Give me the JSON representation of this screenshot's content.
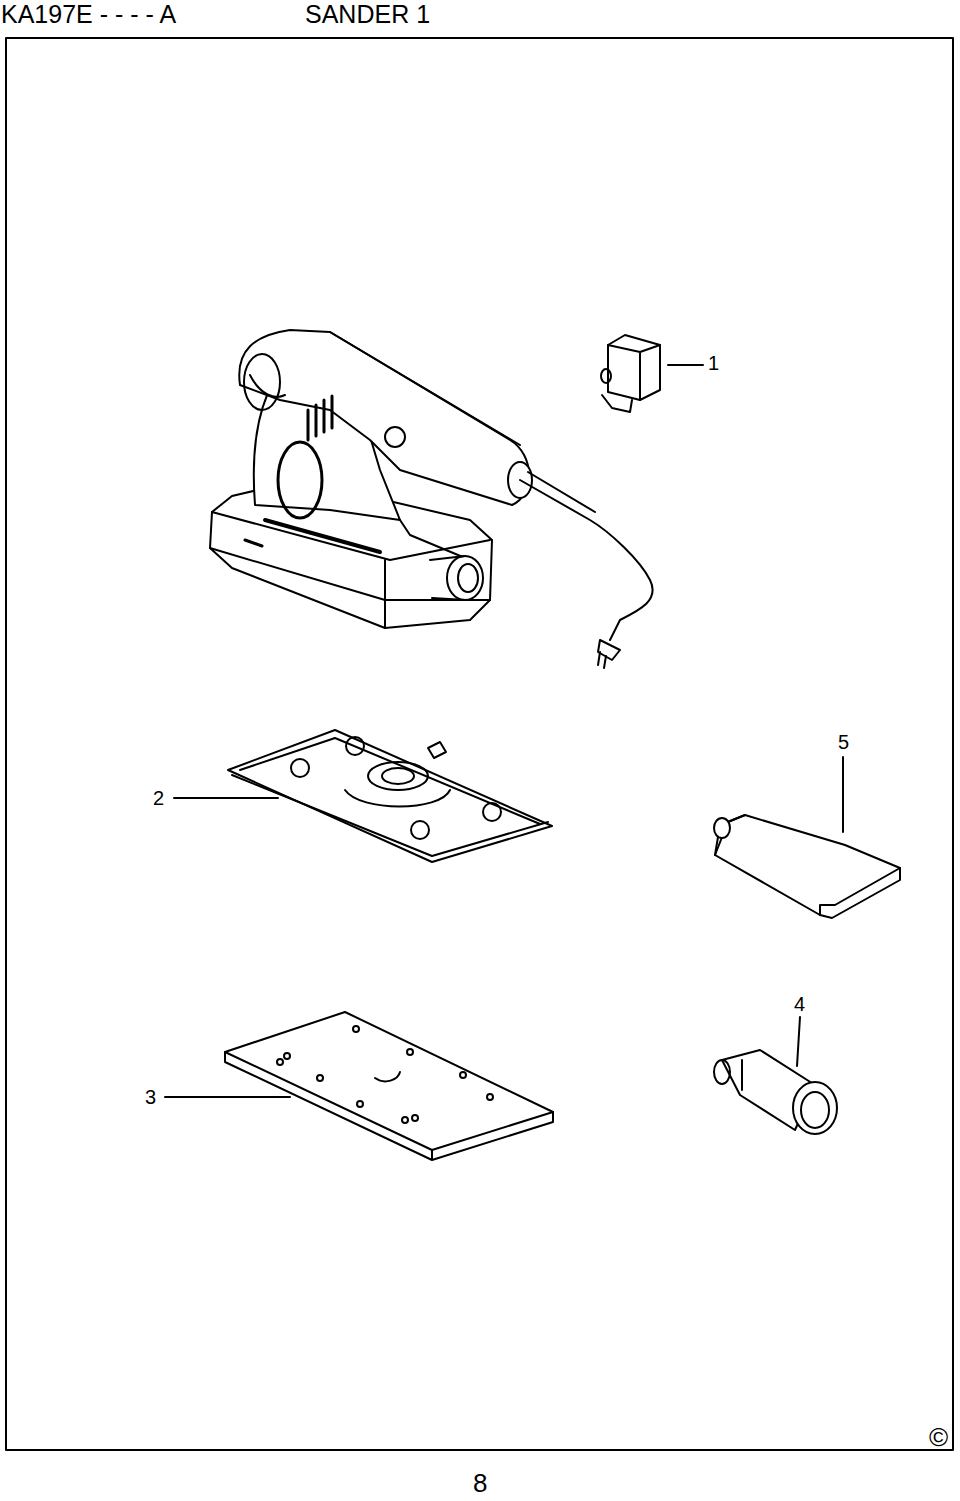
{
  "diagram": {
    "labels": [
      "KA197E - - - - A",
      "SANDER 1",
      "1",
      "2",
      "3",
      "4",
      "5",
      "©",
      "8"
    ]
  }
}
